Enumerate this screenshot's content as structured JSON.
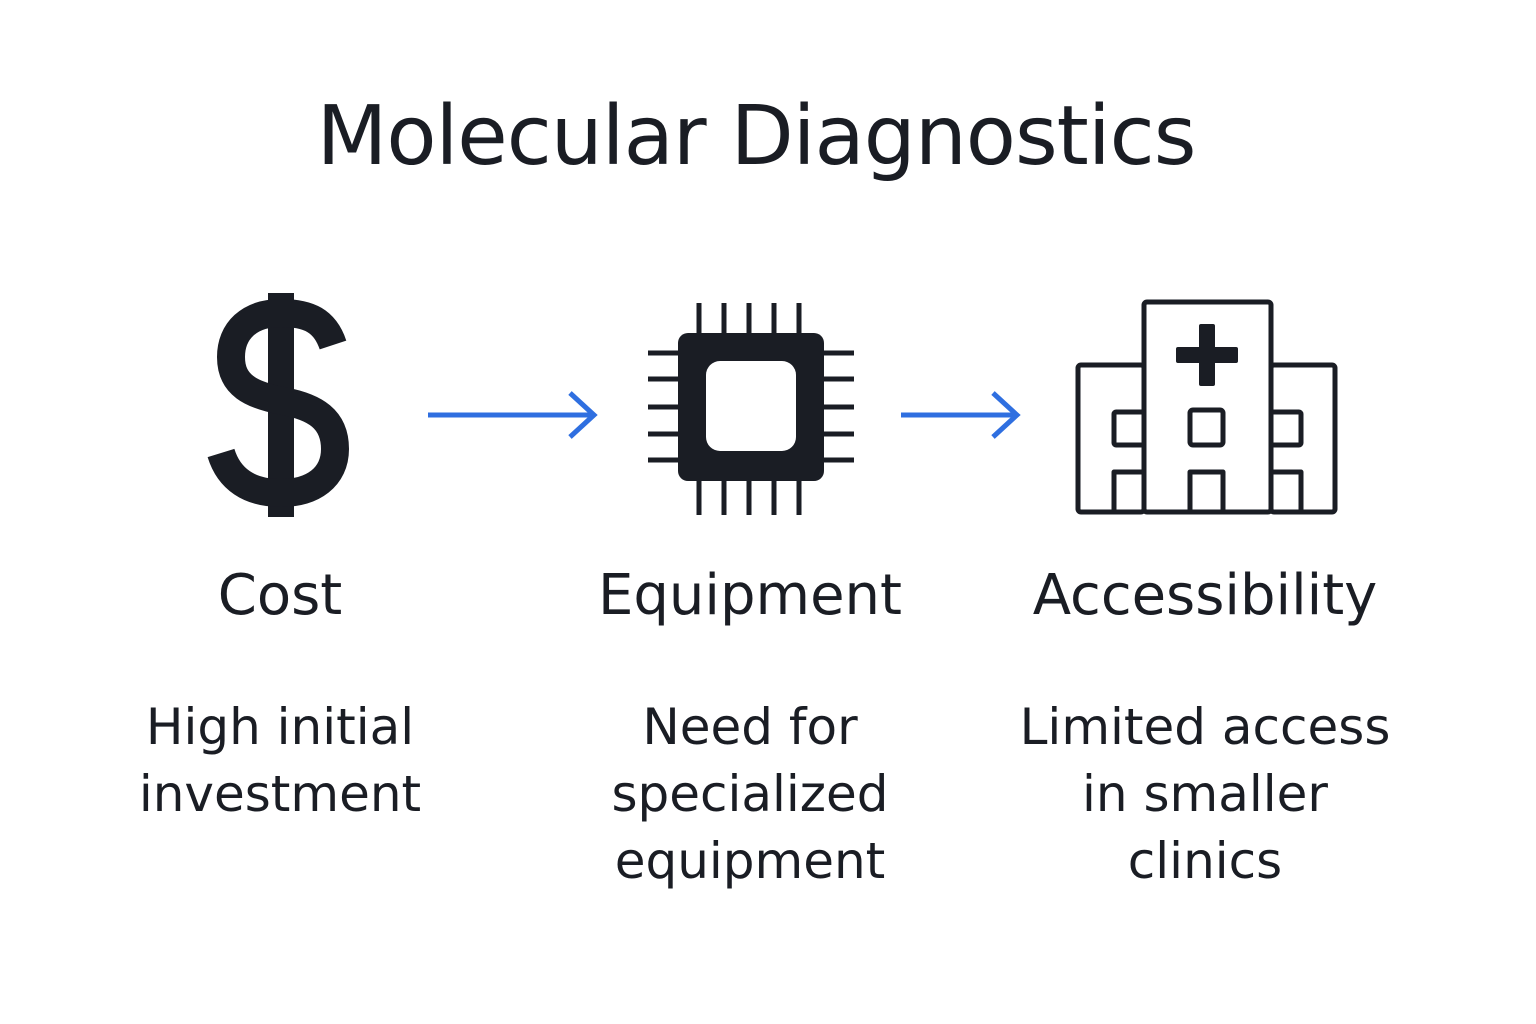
{
  "title": "Molecular Diagnostics",
  "colors": {
    "text": "#1a1d24",
    "arrow": "#2f6fe0",
    "background": "#ffffff"
  },
  "steps": [
    {
      "icon": "dollar-icon",
      "label": "Cost",
      "description_lines": [
        "High initial",
        "investment"
      ]
    },
    {
      "icon": "microchip-icon",
      "label": "Equipment",
      "description_lines": [
        "Need for",
        "specialized",
        "equipment"
      ]
    },
    {
      "icon": "hospital-icon",
      "label": "Accessibility",
      "description_lines": [
        "Limited access",
        "in smaller",
        "clinics"
      ]
    }
  ]
}
